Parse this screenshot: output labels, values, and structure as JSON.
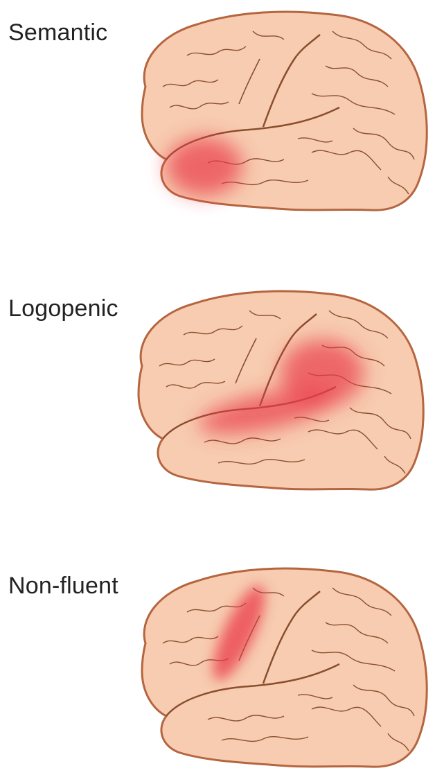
{
  "colors": {
    "brain_fill": "#f7ccb0",
    "brain_outline": "#b5653f",
    "sulcus": "#8a4e2e",
    "highlight": "#ea3b4a"
  },
  "panels": [
    {
      "label": "Semantic",
      "highlight_region": "anterior-temporal-lobe"
    },
    {
      "label": "Logopenic",
      "highlight_region": "temporoparietal-junction"
    },
    {
      "label": "Non-fluent",
      "highlight_region": "posterior-frontal-insular"
    }
  ]
}
